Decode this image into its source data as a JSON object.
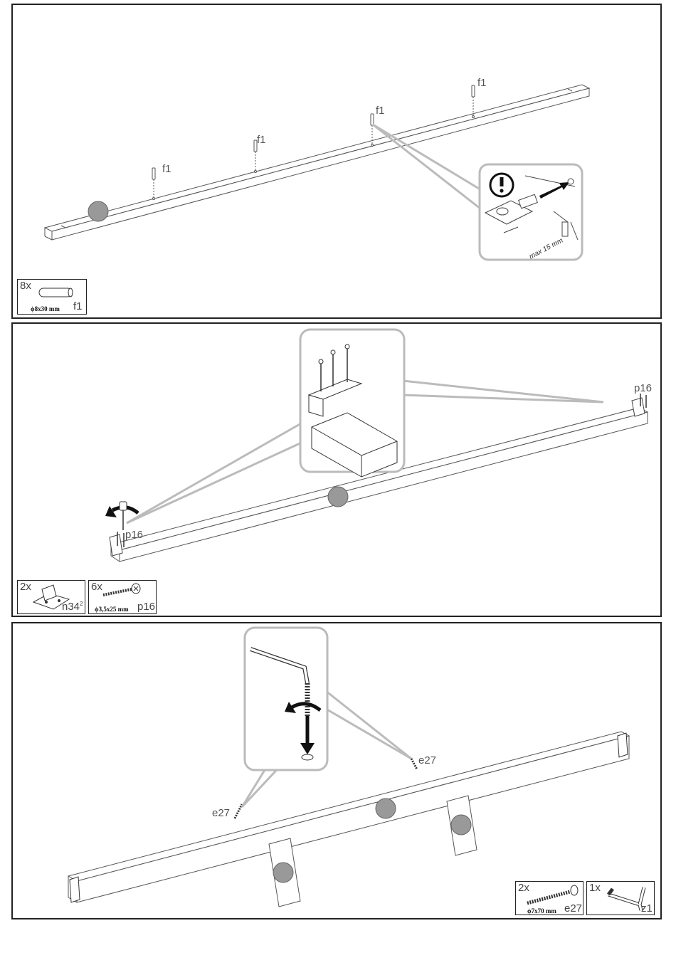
{
  "panel1": {
    "part_labels": [
      "f1",
      "f1",
      "f1",
      "f1"
    ],
    "callout": {
      "warning_icon": "exclamation-circle-icon",
      "max_depth_text": "max 15 mm"
    },
    "parts_box": {
      "quantity": "8x",
      "dimension": "ϕ8x30 mm",
      "code": "f1"
    }
  },
  "panel2": {
    "part_labels": [
      "p16",
      "p16"
    ],
    "parts_boxes": [
      {
        "quantity": "2x",
        "code": "n34",
        "superscript": "2"
      },
      {
        "quantity": "6x",
        "dimension": "ϕ3,5x25 mm",
        "code": "p16"
      }
    ]
  },
  "panel3": {
    "part_labels": [
      "e27",
      "e27"
    ],
    "parts_boxes": [
      {
        "quantity": "2x",
        "dimension": "ϕ7x70 mm",
        "code": "e27"
      },
      {
        "quantity": "1x",
        "code": "z1"
      }
    ]
  }
}
